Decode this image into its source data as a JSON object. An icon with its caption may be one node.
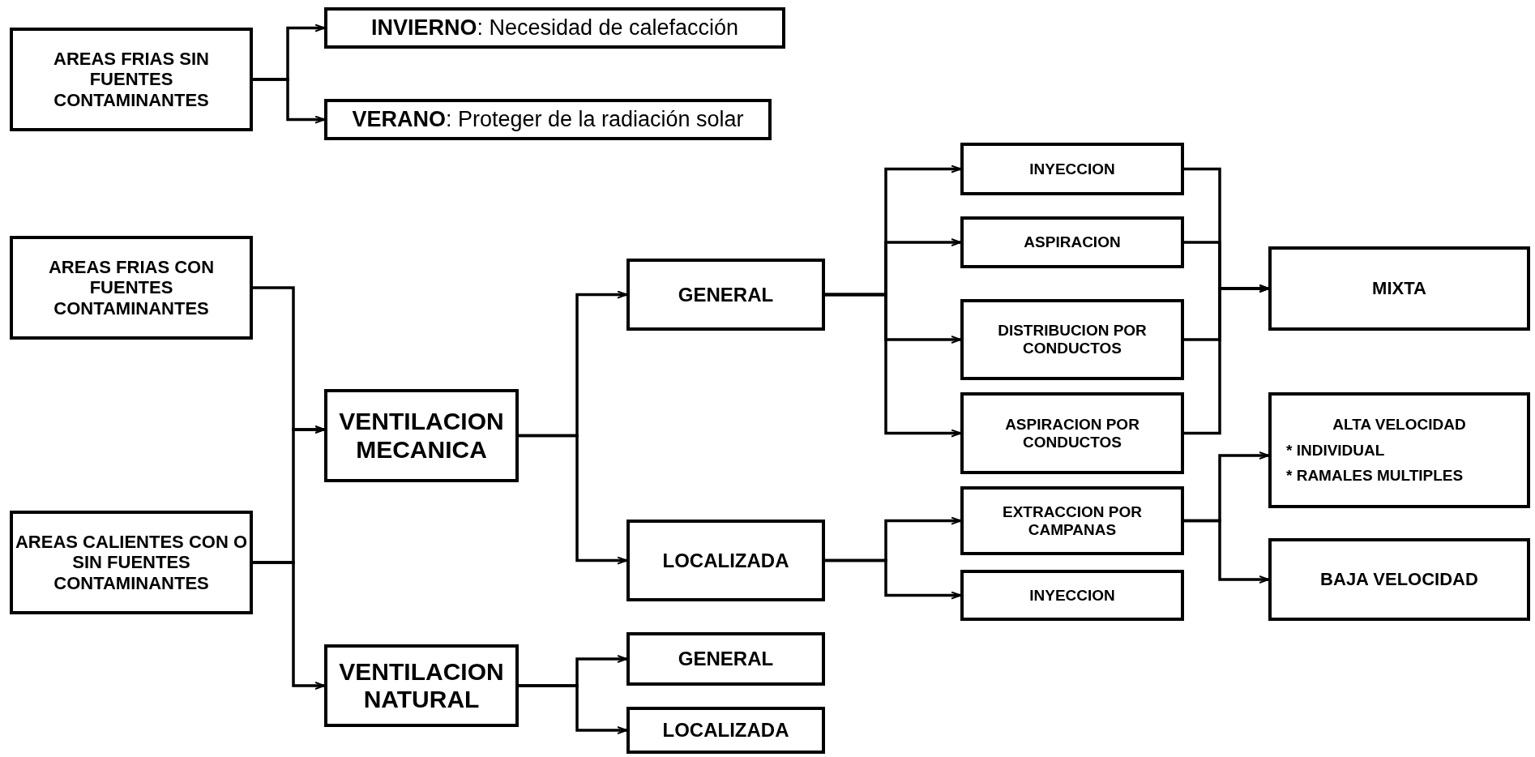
{
  "diagram": {
    "nodes": [
      {
        "text": [
          "AREAS FRIAS SIN FUENTES CONTAMINANTES"
        ]
      },
      {
        "text": [
          "**INVIERNO**: Necesidad de calefacción"
        ]
      },
      {
        "text": [
          "**VERANO**: Proteger de la radiación solar"
        ]
      },
      {
        "text": [
          "AREAS FRIAS CON FUENTES CONTAMINANTES"
        ]
      },
      {
        "text": [
          "AREAS CALIENTES CON O SIN FUENTES CONTAMINANTES"
        ]
      },
      {
        "text": [
          "VENTILACION MECANICA"
        ]
      },
      {
        "text": [
          "VENTILACION NATURAL"
        ]
      },
      {
        "text": [
          "GENERAL"
        ]
      },
      {
        "text": [
          "LOCALIZADA"
        ]
      },
      {
        "text": [
          "GENERAL"
        ]
      },
      {
        "text": [
          "LOCALIZADA"
        ]
      },
      {
        "text": [
          "INYECCION"
        ]
      },
      {
        "text": [
          "ASPIRACION"
        ]
      },
      {
        "text": [
          "DISTRIBUCION POR CONDUCTOS"
        ]
      },
      {
        "text": [
          "ASPIRACION POR CONDUCTOS"
        ]
      },
      {
        "text": [
          "EXTRACCION POR CAMPANAS"
        ]
      },
      {
        "text": [
          "INYECCION"
        ]
      },
      {
        "text": [
          "MIXTA"
        ]
      },
      {
        "text": [
          "ALTA VELOCIDAD",
          "* INDIVIDUAL",
          "* RAMALES MULTIPLES"
        ]
      },
      {
        "text": [
          "BAJA VELOCIDAD"
        ]
      }
    ],
    "edges": [
      {
        "from": 0,
        "to": 1,
        "arrow": "to"
      },
      {
        "from": 0,
        "to": 2,
        "arrow": "to"
      },
      {
        "from": 3,
        "to": 5,
        "arrow": "to"
      },
      {
        "from": 4,
        "to": 5,
        "arrow": "to"
      },
      {
        "from": 4,
        "to": 6,
        "arrow": "to"
      },
      {
        "from": 5,
        "to": 7,
        "arrow": "to"
      },
      {
        "from": 5,
        "to": 8,
        "arrow": "to"
      },
      {
        "from": 6,
        "to": 9,
        "arrow": "to"
      },
      {
        "from": 6,
        "to": 10,
        "arrow": "to"
      },
      {
        "from": 7,
        "to": 11,
        "arrow": "to"
      },
      {
        "from": 7,
        "to": 12,
        "arrow": "to"
      },
      {
        "from": 7,
        "to": 13,
        "arrow": "to"
      },
      {
        "from": 7,
        "to": 14,
        "arrow": "to"
      },
      {
        "from": 11,
        "to": 17,
        "arrow": "to"
      },
      {
        "from": 12,
        "to": 17,
        "arrow": "to"
      },
      {
        "from": 13,
        "to": 17,
        "arrow": "to"
      },
      {
        "from": 14,
        "to": 17,
        "arrow": "to"
      },
      {
        "from": 8,
        "to": 15,
        "arrow": "to"
      },
      {
        "from": 8,
        "to": 16,
        "arrow": "to"
      },
      {
        "from": 15,
        "to": 18,
        "arrow": "to"
      },
      {
        "from": 15,
        "to": 19,
        "arrow": "to"
      }
    ]
  }
}
